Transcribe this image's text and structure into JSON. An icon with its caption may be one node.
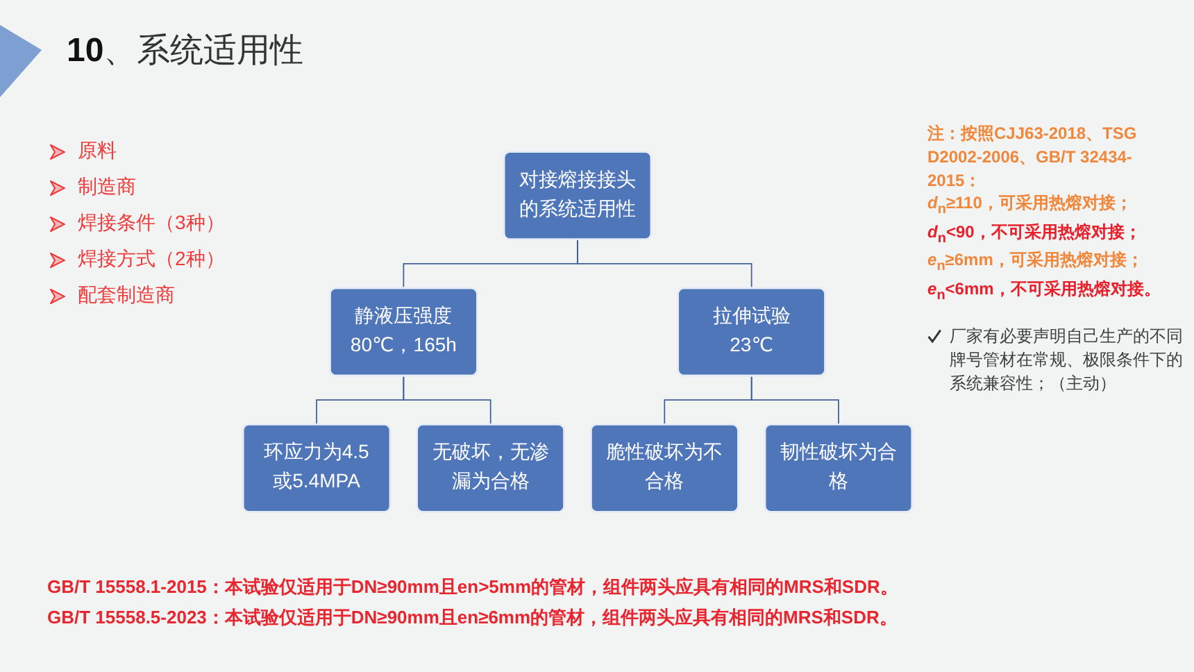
{
  "diagram": {
    "title": "**10**、系统适用性",
    "nodes": [
      {
        "text": [
          "对接熔接接头的系统适用性"
        ]
      },
      {
        "text": [
          "静液压强度80℃，165h"
        ]
      },
      {
        "text": [
          "拉伸试验23℃"
        ]
      },
      {
        "text": [
          "环应力为4.5或5.4MPA"
        ]
      },
      {
        "text": [
          "无破坏，无渗漏为合格"
        ]
      },
      {
        "text": [
          "脆性破坏为不合格"
        ]
      },
      {
        "text": [
          "韧性破坏为合格"
        ]
      }
    ],
    "edges": [
      {
        "from": 0,
        "to": 1,
        "arrow": "none"
      },
      {
        "from": 0,
        "to": 2,
        "arrow": "none"
      },
      {
        "from": 1,
        "to": 3,
        "arrow": "none"
      },
      {
        "from": 1,
        "to": 4,
        "arrow": "none"
      },
      {
        "from": 2,
        "to": 5,
        "arrow": "none"
      },
      {
        "from": 2,
        "to": 6,
        "arrow": "none"
      }
    ],
    "labels": [
      "原料",
      "制造商",
      "焊接条件（3种）",
      "焊接方式（2种）",
      "配套制造商",
      "注：按照CJJ63-2018、TSG D2002-2006、GB/T 32434-2015：",
      "*d*$_{n}$≥110，可采用热熔对接；",
      "*d*$_{n}$<90，不可采用热熔对接；",
      "*e*$_{n}$≥6mm，可采用热熔对接；",
      "*e*$_{n}$<6mm，不可采用热熔对接。",
      "厂家有必要声明自己生产的不同牌号管材在常规、极限条件下的系统兼容性；（主动）",
      "GB/T 15558.1-2015：本试验仅适用于DN≥90mm且en>5mm的管材，组件两头应具有相同的MRS和SDR。",
      "GB/T 15558.5-2023：本试验仅适用于DN≥90mm且en≥6mm的管材，组件两头应具有相同的MRS和SDR。"
    ]
  }
}
